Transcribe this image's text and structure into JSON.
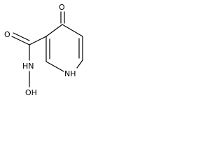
{
  "structure": {
    "atoms": {
      "oxygen_ketone": "O",
      "oxygen_amide": "O",
      "nitrogen_amide": "HN",
      "oxygen_hydroxyl": "OH",
      "nitrogen_ring": "NH"
    }
  }
}
